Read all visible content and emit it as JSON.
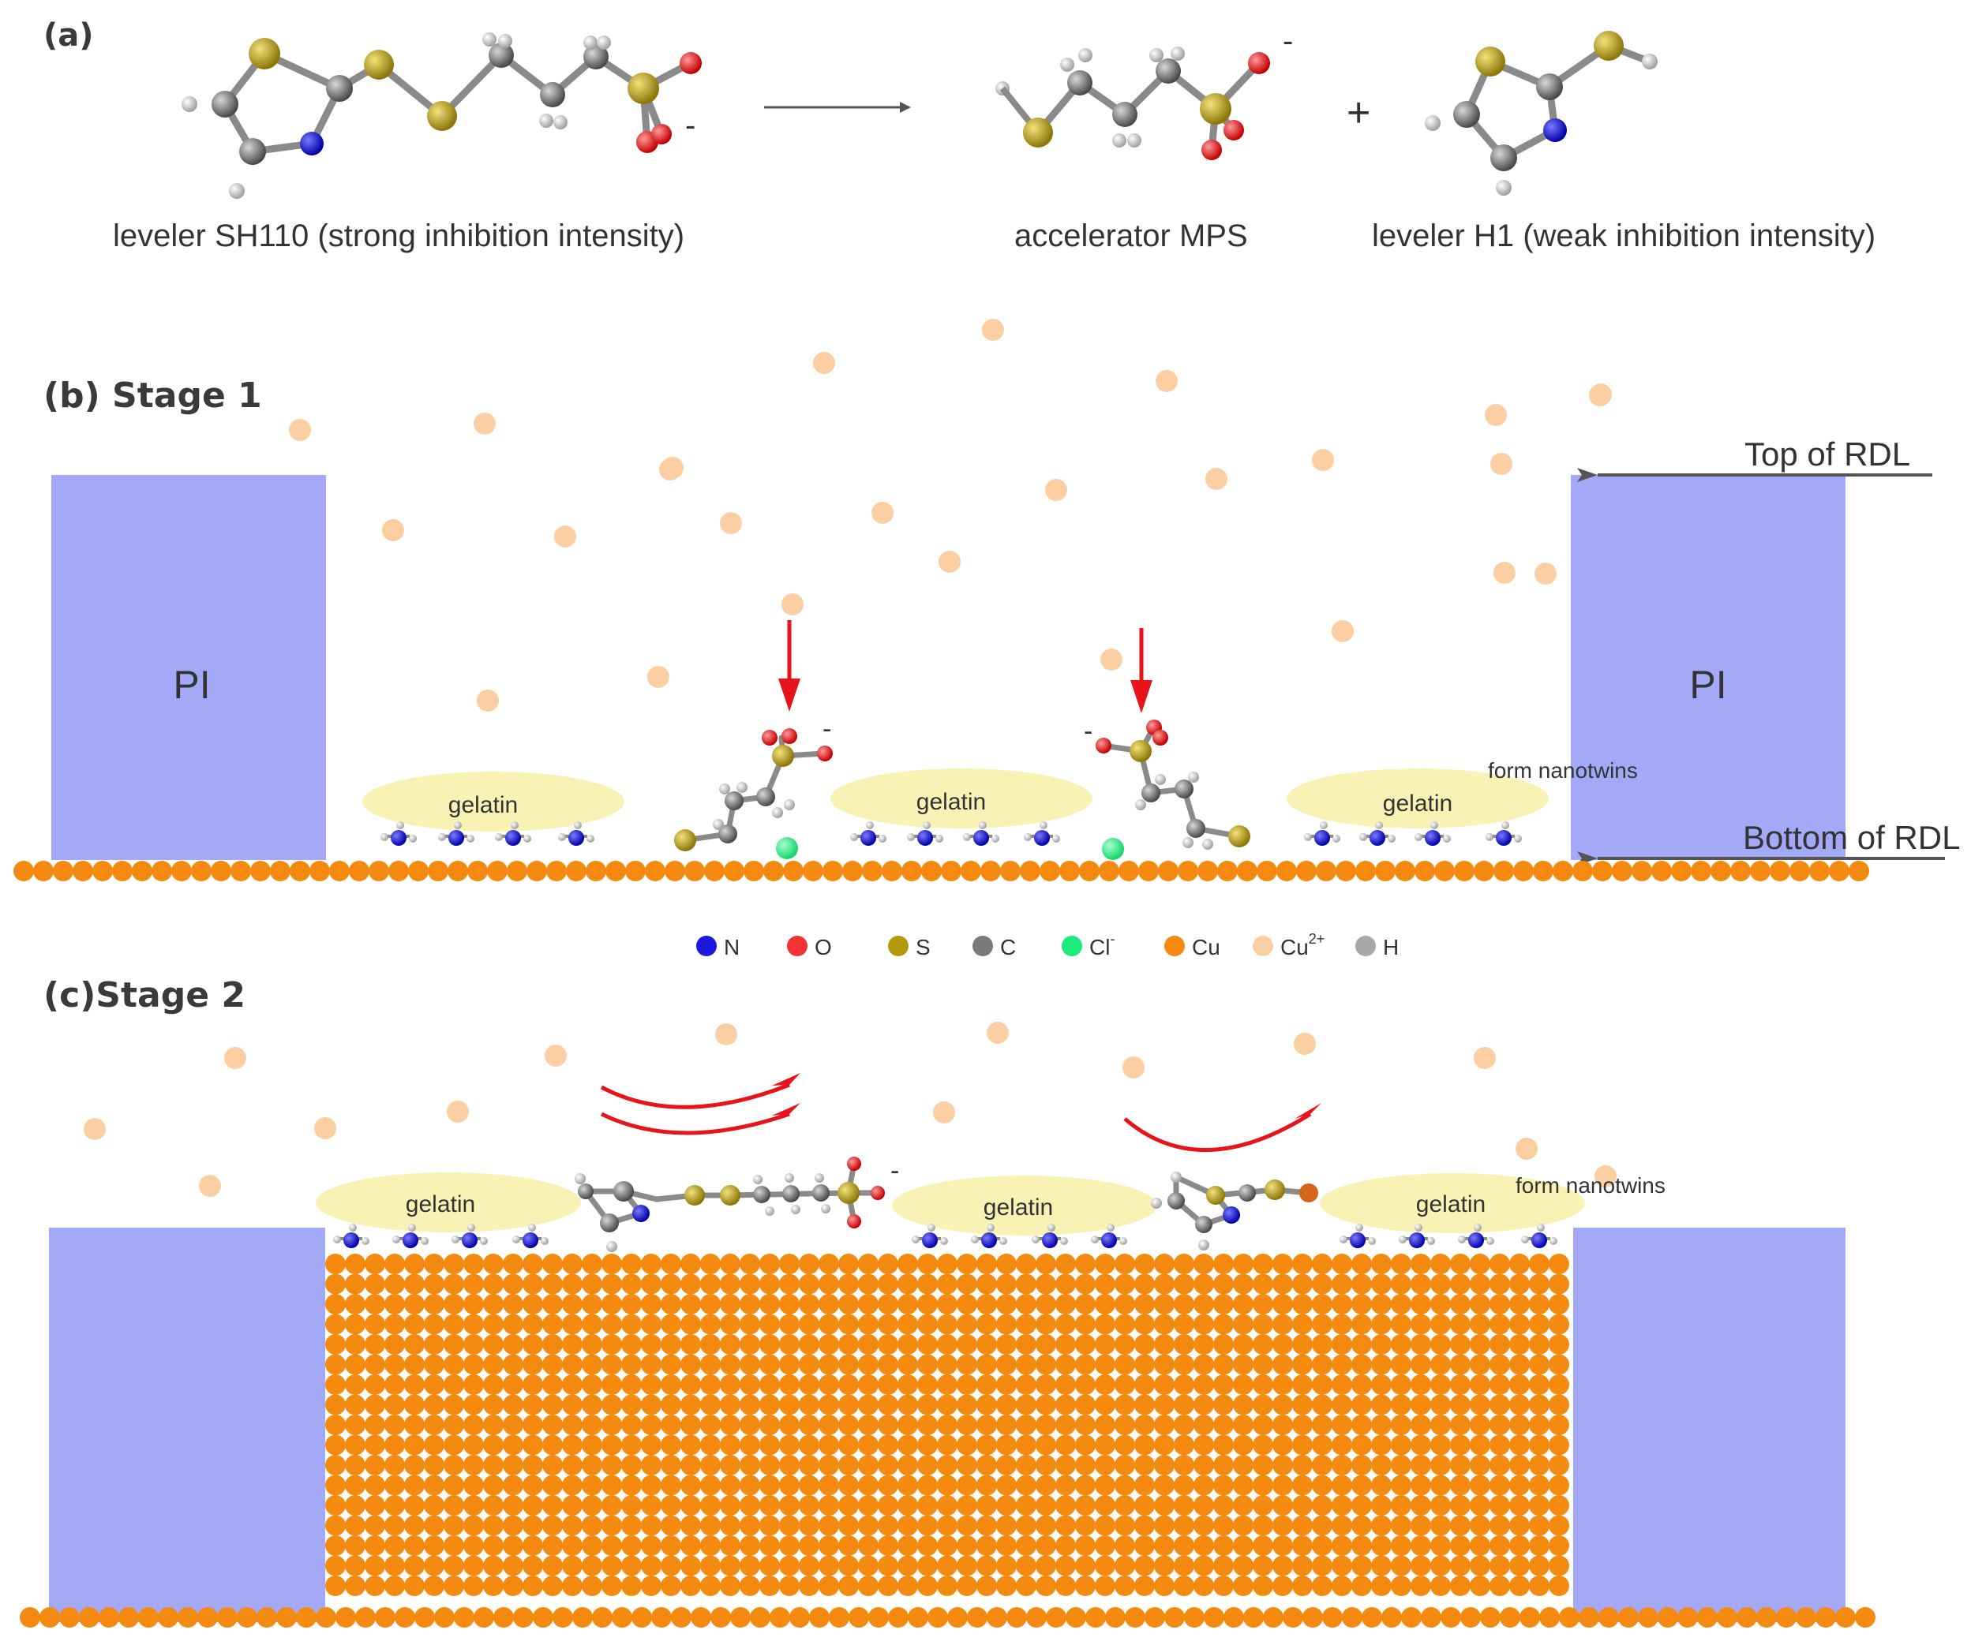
{
  "panel_a": {
    "label": "(a)",
    "sh110_caption": "leveler SH110  (strong inhibition intensity)",
    "mps_caption": "accelerator MPS",
    "h1_caption": "leveler H1 (weak inhibition intensity)",
    "plus": "+",
    "charge": "-"
  },
  "panel_b": {
    "label": "(b)  Stage 1",
    "pi": "PI",
    "top_rdl": "Top of RDL",
    "bottom_rdl": "Bottom of RDL",
    "gelatin": "gelatin",
    "nanotwins": "form nanotwins",
    "charge": "-"
  },
  "legend": {
    "items": [
      {
        "label": "N",
        "color": "#1a1adf"
      },
      {
        "label": "O",
        "color": "#f23333"
      },
      {
        "label": "S",
        "color": "#b39a0c"
      },
      {
        "label": "C",
        "color": "#7a7a7a"
      },
      {
        "label": "Cl",
        "sup": "-",
        "color": "#1aeb7a"
      },
      {
        "label": "Cu",
        "color": "#f58a10"
      },
      {
        "label": "Cu",
        "sup": "2+",
        "color": "#fbcfa2"
      },
      {
        "label": "H",
        "color": "#a8a8a8"
      }
    ]
  },
  "panel_c": {
    "label": "(c)Stage 2",
    "gelatin": "gelatin",
    "nanotwins": "form nanotwins",
    "charge": "-"
  },
  "colors": {
    "pi": "#a3a9f7",
    "gelatin": "#f8f3b4",
    "cu": "#f58a10",
    "cu2": "#fbcfa2",
    "arrow_red": "#e8141b",
    "arrow_gray": "#555555",
    "nanotwin_text": "#1414e0"
  }
}
